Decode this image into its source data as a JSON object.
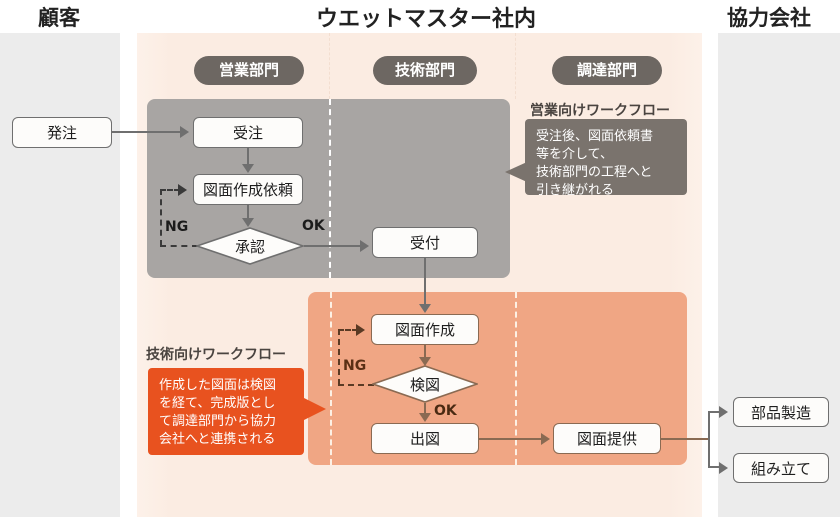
{
  "lanes": {
    "customer": {
      "title": "顧客"
    },
    "company": {
      "title": "ウエットマスター社内"
    },
    "partner": {
      "title": "協力会社"
    }
  },
  "departments": {
    "sales": "営業部門",
    "engineering": "技術部門",
    "procurement": "調達部門"
  },
  "nodes": {
    "order": "発注",
    "juchu": "受注",
    "zumen_request": "図面作成依頼",
    "shonin": "承認",
    "uketsuke": "受付",
    "zumen_sakusei": "図面作成",
    "kenzu": "検図",
    "shutsuzu": "出図",
    "zumen_teikyo": "図面提供",
    "buhin_seizo": "部品製造",
    "kumitate": "組み立て"
  },
  "edge_labels": {
    "ng_sales": "NG",
    "ok_sales": "OK",
    "ng_eng": "NG",
    "ok_eng": "OK"
  },
  "callouts": {
    "sales": {
      "title": "営業向けワークフロー",
      "body": "受注後、図面依頼書\n等を介して、\n技術部門の工程へと\n引き継がれる"
    },
    "engineering": {
      "title": "技術向けワークフロー",
      "body": "作成した図面は検図\nを経て、完成版とし\nて調達部門から協力\n会社へと連携される"
    }
  },
  "colors": {
    "lane_gray": "#ececec",
    "lane_peach": "#fbece2",
    "group_sales": "#a8a5a3",
    "group_eng": "#f0a684",
    "pill": "#6d6762",
    "callout_sales": "#7a736d",
    "callout_eng": "#e8521f",
    "connector": "#6f6f6f",
    "connector_warm": "#8a6a52"
  }
}
